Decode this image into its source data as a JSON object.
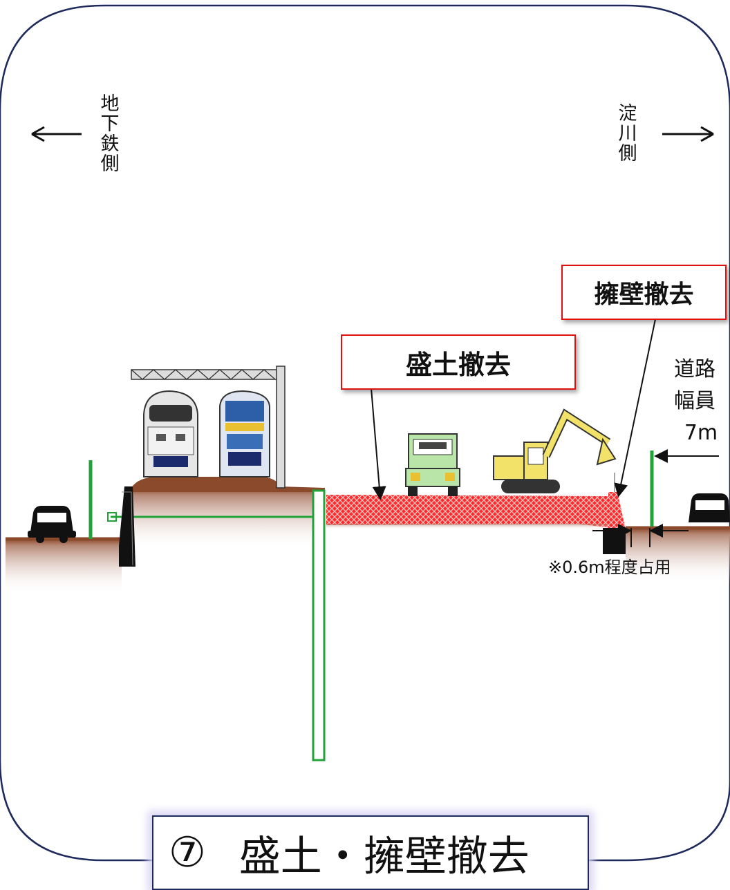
{
  "direction_left": {
    "label_chars": [
      "地",
      "下",
      "鉄",
      "側"
    ]
  },
  "direction_right": {
    "label_chars": [
      "淀",
      "川",
      "側"
    ]
  },
  "callouts": {
    "retaining_wall_removal": "擁壁撤去",
    "embankment_removal": "盛土撤去"
  },
  "road_width": {
    "lines": [
      "道路",
      "幅員",
      "7m"
    ]
  },
  "occupancy_note": "※0.6m程度占用",
  "step_title": {
    "number": "⑦",
    "text": "盛土・擁壁撤去"
  },
  "colors": {
    "frame": "#1f2a5c",
    "callout_border": "#e01010",
    "removal_hatch": "#ff2a2a",
    "ground": "#8b4a2b",
    "sheet_pile": "#22a33a"
  },
  "icons": [
    "car-icon",
    "train-icon",
    "dump-truck-icon",
    "excavator-icon",
    "arrow-left-icon",
    "arrow-right-icon"
  ]
}
